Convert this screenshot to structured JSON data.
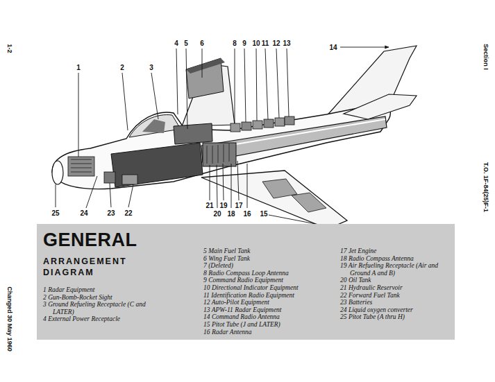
{
  "diagram": {
    "nodes": [
      {
        "text": [
          "GENERAL",
          "ARRANGEMENT DIAGRAM",
          "1 Radar Equipment",
          "2 Gun-Bomb-Rocket Sight",
          "3 Ground Refueling Receptacle (C and LATER)",
          "4 External Power Receptacle",
          "5 Main Fuel Tank",
          "6 Wing Fuel Tank",
          "7 (Deleted)",
          "8 Radio Compass Loop Antenna",
          "9 Command Radio Equipment",
          "10 Directional Indicator Equipment",
          "11 Identification Radio Equipment",
          "12 Auto-Pilot Equipment",
          "13 APW-11 Radar Equipment",
          "14 Command Radio Antenna",
          "15 Pitot Tube (J and LATER)",
          "16 Radar Antenna",
          "17 Jet Engine",
          "18 Radio Compass Antenna",
          "19 Air Refueling Receptacle (Air and Ground A and B)",
          "20 Oil Tank",
          "21 Hydraulic Reservoir",
          "22 Forward Fuel Tank",
          "23 Batteries",
          "24 Liquid oxygen converter",
          "25 Pitot Tube (A thru H)"
        ]
      }
    ],
    "labels": [
      "1-2",
      "Section I",
      "T.O. 1F-84(25)F-1",
      "Changed 30 May 1960",
      "1",
      "2",
      "3",
      "4",
      "5",
      "6",
      "8",
      "9",
      "10",
      "11",
      "12",
      "13",
      "14",
      "15",
      "16",
      "17",
      "18",
      "19",
      "20",
      "21",
      "22",
      "23",
      "24",
      "25"
    ]
  }
}
